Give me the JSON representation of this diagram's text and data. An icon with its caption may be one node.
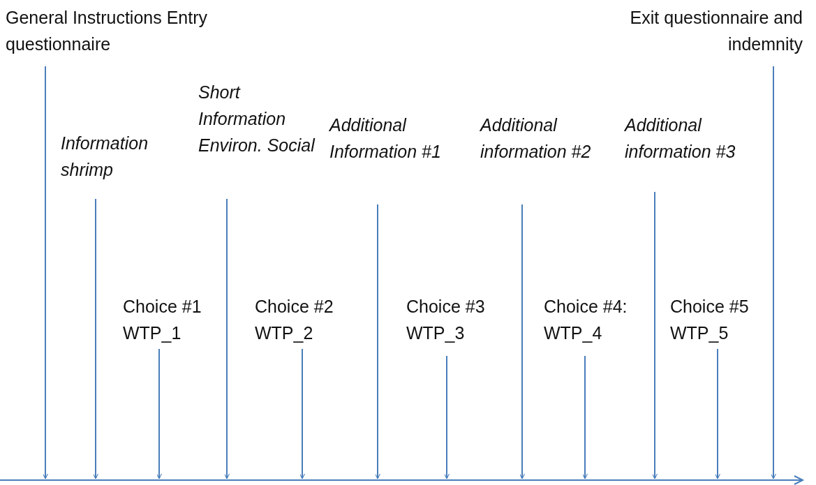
{
  "diagram": {
    "nodes": [
      {
        "text": [
          "General Instructions Entry questionnaire"
        ]
      },
      {
        "text": [
          "Information shrimp"
        ]
      },
      {
        "text": [
          "Choice #1 WTP_1"
        ]
      },
      {
        "text": [
          "Short Information Environ. Social"
        ]
      },
      {
        "text": [
          "Choice #2 WTP_2"
        ]
      },
      {
        "text": [
          "Additional Information #1"
        ]
      },
      {
        "text": [
          "Choice #3 WTP_3"
        ]
      },
      {
        "text": [
          "Additional information #2"
        ]
      },
      {
        "text": [
          "Choice #4: WTP_4"
        ]
      },
      {
        "text": [
          "Additional information #3"
        ]
      },
      {
        "text": [
          "Choice #5 WTP_5"
        ]
      },
      {
        "text": [
          "Exit questionnaire and indemnity"
        ]
      }
    ],
    "edges": [
      {
        "from": 0,
        "to": null,
        "arrow": "to"
      },
      {
        "from": 1,
        "to": null,
        "arrow": "to"
      },
      {
        "from": 2,
        "to": null,
        "arrow": "to"
      },
      {
        "from": 3,
        "to": null,
        "arrow": "to"
      },
      {
        "from": 4,
        "to": null,
        "arrow": "to"
      },
      {
        "from": 5,
        "to": null,
        "arrow": "to"
      },
      {
        "from": 6,
        "to": null,
        "arrow": "to"
      },
      {
        "from": 7,
        "to": null,
        "arrow": "to"
      },
      {
        "from": 8,
        "to": null,
        "arrow": "to"
      },
      {
        "from": 9,
        "to": null,
        "arrow": "to"
      },
      {
        "from": 10,
        "to": null,
        "arrow": "to"
      },
      {
        "from": 11,
        "to": null,
        "arrow": "to"
      }
    ]
  }
}
